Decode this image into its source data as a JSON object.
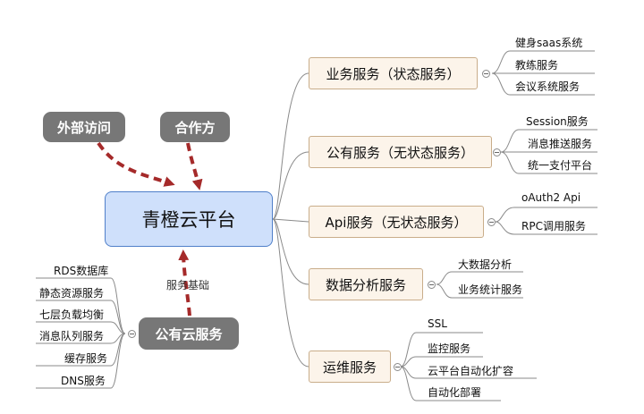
{
  "center": {
    "label": "青橙云平台"
  },
  "inputs": [
    {
      "label": "外部访问"
    },
    {
      "label": "合作方"
    }
  ],
  "foundation": {
    "label": "公有云服务",
    "arrow_label": "服务基础",
    "items": [
      "RDS数据库",
      "静态资源服务",
      "七层负载均衡",
      "消息队列服务",
      "缓存服务",
      "DNS服务"
    ]
  },
  "branches": [
    {
      "label": "业务服务（状态服务）",
      "children": [
        "健身saas系统",
        "教练服务",
        "会议系统服务"
      ]
    },
    {
      "label": "公有服务（无状态服务）",
      "children": [
        "Session服务",
        "消息推送服务",
        "统一支付平台"
      ]
    },
    {
      "label": "Api服务（无状态服务）",
      "children": [
        "oAuth2 Api",
        "RPC调用服务"
      ]
    },
    {
      "label": "数据分析服务",
      "children": [
        "大数据分析",
        "业务统计服务"
      ]
    },
    {
      "label": "运维服务",
      "children": [
        "SSL",
        "监控服务",
        "云平台自动化扩容",
        "自动化部署"
      ]
    }
  ],
  "colors": {
    "center_fill": "#cfe0fb",
    "center_border": "#4f7fc9",
    "dark_node": "#777777",
    "branch_fill": "#fcf4ea",
    "branch_border": "#c9ad8a",
    "arrow": "#a52a2a",
    "connector": "#8a8a8a"
  }
}
